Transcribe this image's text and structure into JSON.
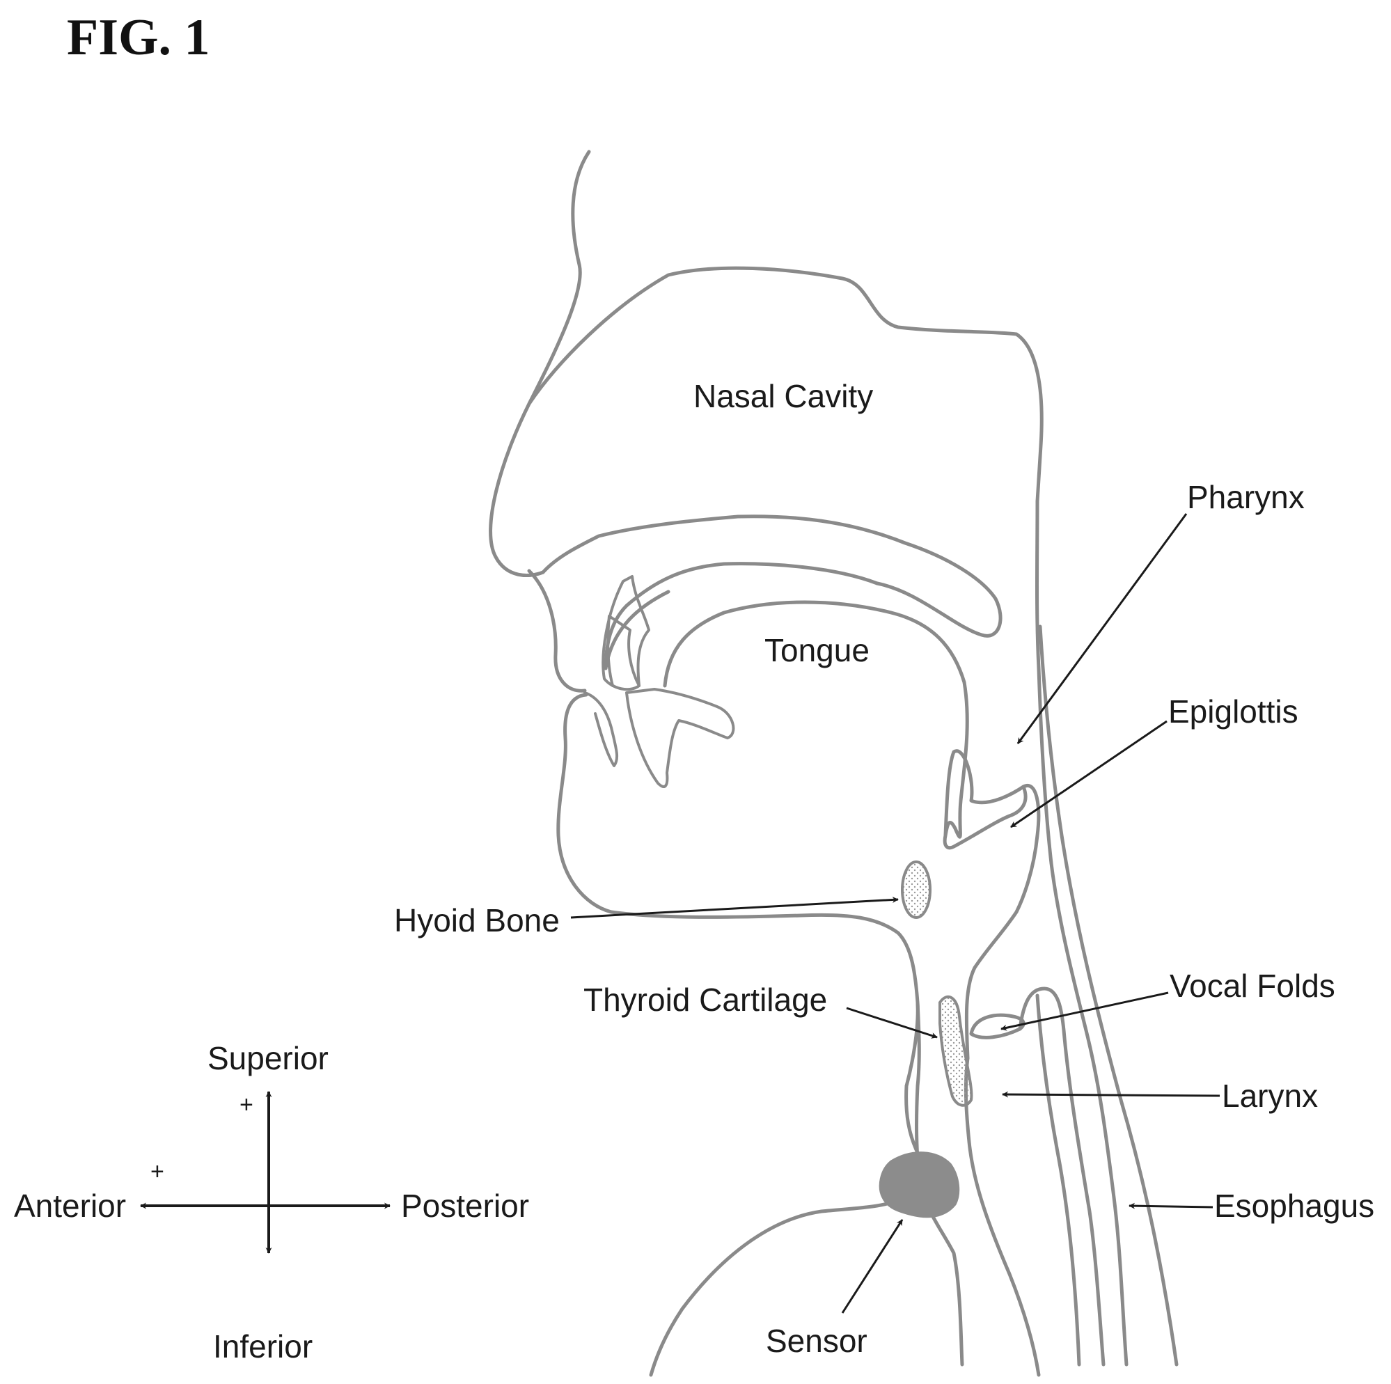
{
  "figure_label": "FIG. 1",
  "labels": {
    "nasal_cavity": "Nasal Cavity",
    "tongue": "Tongue",
    "pharynx": "Pharynx",
    "epiglottis": "Epiglottis",
    "hyoid_bone": "Hyoid Bone",
    "thyroid_cartilage": "Thyroid Cartilage",
    "vocal_folds": "Vocal Folds",
    "larynx": "Larynx",
    "esophagus": "Esophagus",
    "sensor": "Sensor"
  },
  "axes": {
    "superior": "Superior",
    "inferior": "Inferior",
    "anterior": "Anterior",
    "posterior": "Posterior",
    "superior_sign": "+",
    "anterior_sign": "+"
  },
  "colors": {
    "outline": "#8a8a8a",
    "text": "#1a1a1a",
    "sensor_fill": "#8c8c8c"
  }
}
